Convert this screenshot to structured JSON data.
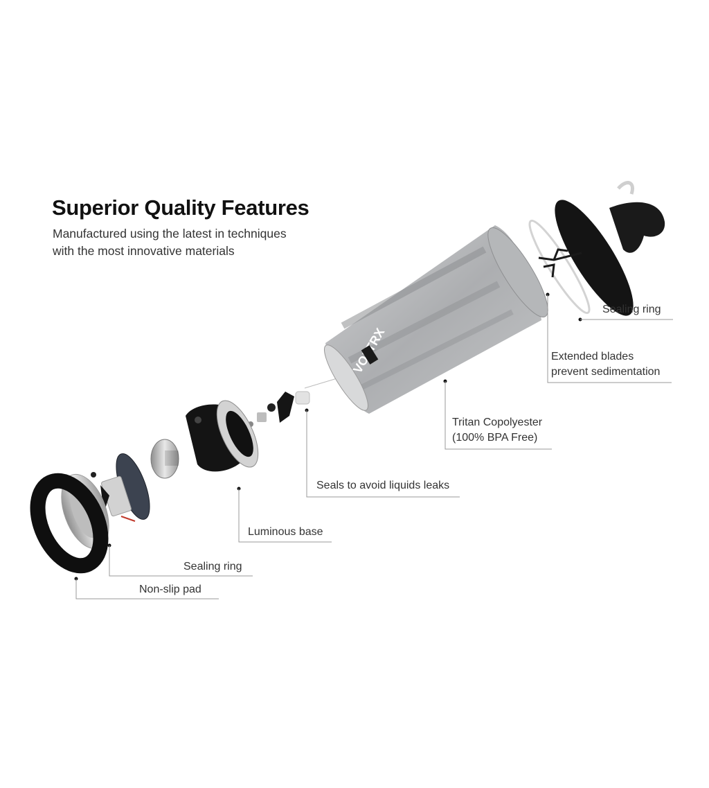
{
  "header": {
    "title": "Superior Quality Features",
    "subtitle_lines": [
      "Manufactured using the latest in techniques",
      "with the most innovative materials"
    ]
  },
  "bottle": {
    "brand_mark": "VOLTRX"
  },
  "callouts": {
    "sealing_ring_top": "Sealing ring",
    "extended_blades": [
      "Extended blades",
      "prevent sedimentation"
    ],
    "tritan": [
      "Tritan Copolyester",
      "(100% BPA Free)"
    ],
    "seals": "Seals to avoid liquids leaks",
    "luminous_base": "Luminous base",
    "sealing_ring_bottom": "Sealing ring",
    "non_slip_pad": "Non-slip pad"
  },
  "colors": {
    "leader": "#9a9a9a",
    "part_black": "#151515",
    "bottle_tint": "#a9abad"
  }
}
